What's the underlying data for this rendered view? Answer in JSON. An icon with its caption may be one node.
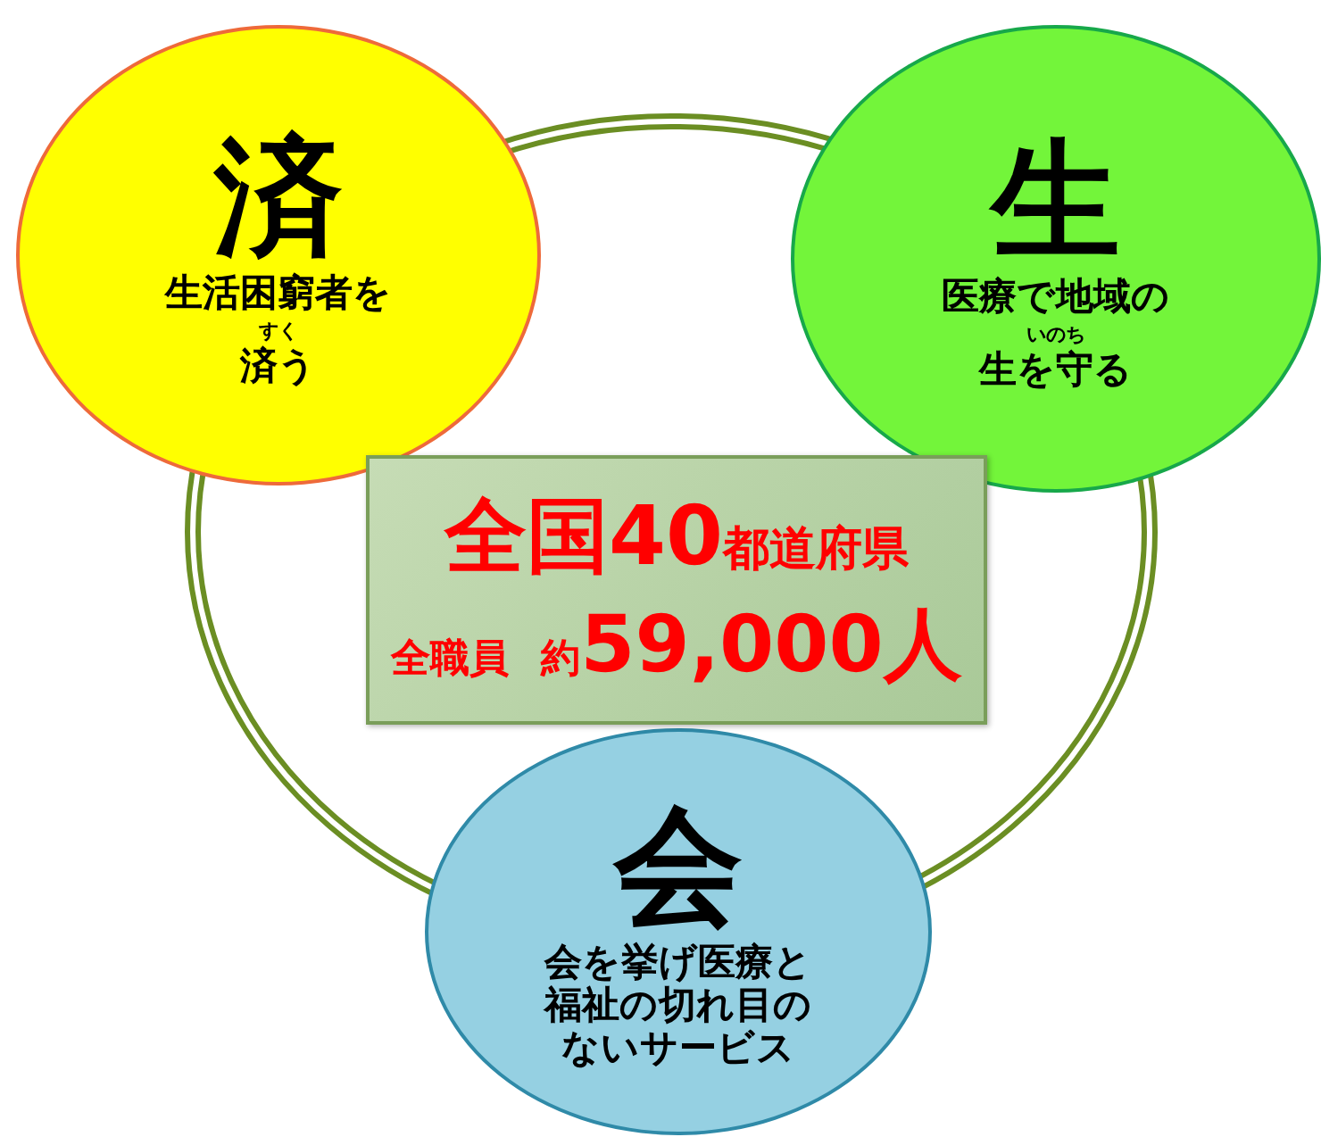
{
  "diagram": {
    "nodes": [
      {
        "text": [
          "済",
          "生活困窮者を",
          "すく",
          "済う"
        ]
      },
      {
        "text": [
          "生",
          "医療で地域の",
          "いのち",
          "生を守る"
        ]
      },
      {
        "text": [
          "全国40",
          "都道府県",
          "全職員",
          "約",
          "59,000人"
        ]
      },
      {
        "text": [
          "会",
          "会を挙げ医療と福祉の切れ目のないサービス"
        ]
      }
    ],
    "edges": []
  }
}
